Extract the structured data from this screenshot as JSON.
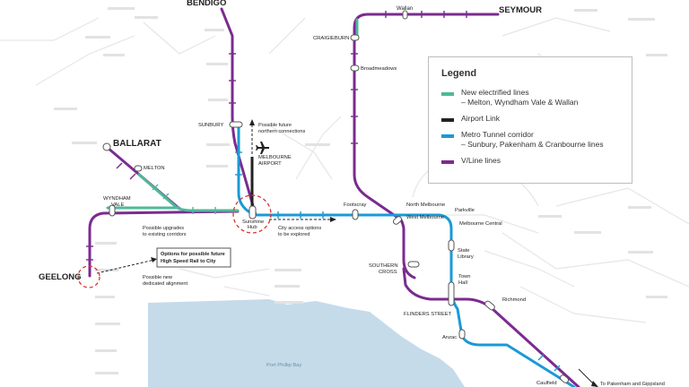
{
  "legend": {
    "title": "Legend",
    "items": [
      {
        "line1": "New electrified lines",
        "line2": "– Melton, Wyndham Vale & Wallan",
        "color": "#4fb99a"
      },
      {
        "line1": "Airport Link",
        "line2": "",
        "color": "#222222"
      },
      {
        "line1": "Metro Tunnel corridor",
        "line2": "– Sunbury, Pakenham & Cranbourne lines",
        "color": "#1a9ad6"
      },
      {
        "line1": "V/Line lines",
        "line2": "",
        "color": "#7b2b90"
      }
    ]
  },
  "cities": {
    "bendigo": "BENDIGO",
    "seymour": "SEYMOUR",
    "ballarat": "BALLARAT",
    "geelong": "GEELONG"
  },
  "stations": {
    "wallan": "Wallan",
    "craigieburn": "CRAIGIEBURN",
    "broadmeadows": "Broadmeadows",
    "sunbury": "SUNBURY",
    "melton": "MELTON",
    "wyndham1": "WYNDHAM",
    "wyndham2": "VALE",
    "sunshine1": "Sunshine",
    "sunshine2": "Hub",
    "footscray": "Footscray",
    "north_melbourne": "North Melbourne",
    "west_melbourne": "West Melbourne",
    "parkville": "Parkville",
    "melbourne_central": "Melbourne Central",
    "state1": "State",
    "state2": "Library",
    "southern1": "SOUTHERN",
    "southern2": "CROSS",
    "town1": "Town",
    "town2": "Hall",
    "flinders": "FLINDERS STREET",
    "richmond": "Richmond",
    "anzac": "Anzac",
    "caulfield": "Caulfield",
    "airport1": "MELBOURNE",
    "airport2": "AIRPORT"
  },
  "annotations": {
    "northern1": "Possible future",
    "northern2": "northern connections",
    "city1": "City access options",
    "city2": "to be explored",
    "upgrades1": "Possible upgrades",
    "upgrades2": "to existing corridors",
    "options1": "Options for possible future",
    "options2": "High Speed Rail to City",
    "newalign1": "Possible new",
    "newalign2": "dedicated alignment",
    "bay": "Port Phillip Bay",
    "pakenham": "To Pakenham and Gippsland"
  },
  "colors": {
    "vline": "#7b2b90",
    "metro": "#1a9ad6",
    "electrified": "#4fb99a",
    "airport": "#222222",
    "bay": "#c5dbea",
    "ghost": "#e6e6e6",
    "circle": "#d9322c"
  }
}
